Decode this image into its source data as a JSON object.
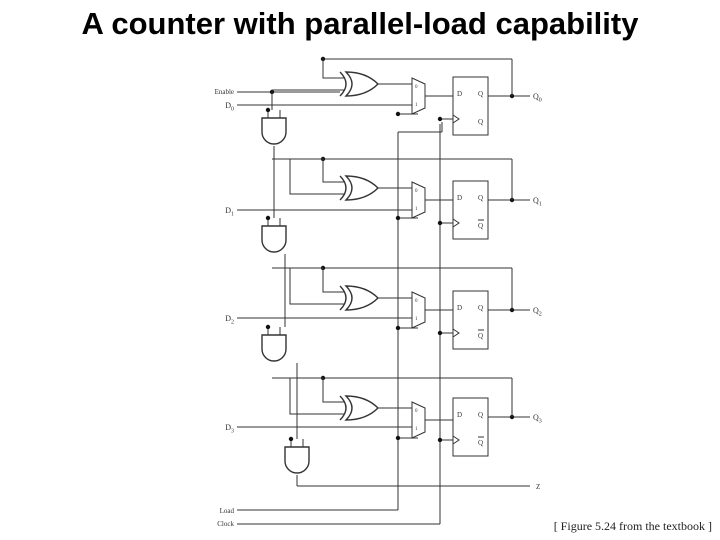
{
  "slide": {
    "title": "A counter with parallel-load capability",
    "caption": "[ Figure 5.24 from the textbook ]"
  },
  "signals": {
    "enable": "Enable",
    "load": "Load",
    "clock": "Clock",
    "z": "Z"
  },
  "stages": [
    {
      "input": "D0",
      "input_sub": "0",
      "output": "Q",
      "output_sub": "0"
    },
    {
      "input": "D1",
      "input_sub": "1",
      "output": "Q",
      "output_sub": "1"
    },
    {
      "input": "D2",
      "input_sub": "2",
      "output": "Q",
      "output_sub": "2"
    },
    {
      "input": "D3",
      "input_sub": "3",
      "output": "Q",
      "output_sub": "3"
    }
  ],
  "flipflop": {
    "d_label": "D",
    "q_label": "Q",
    "qbar_label": "Q"
  },
  "mux": {
    "in0": "0",
    "in1": "1"
  }
}
